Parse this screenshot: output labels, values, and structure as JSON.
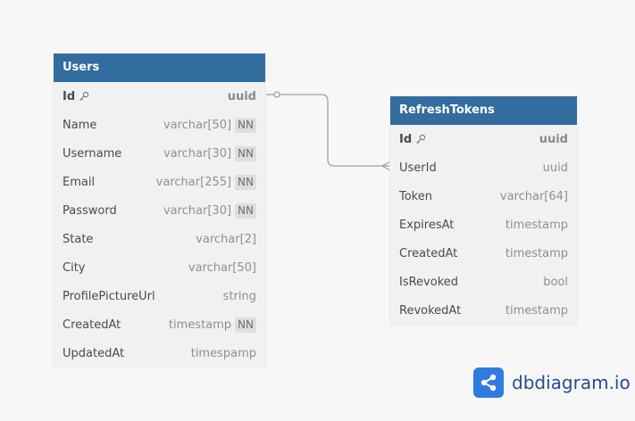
{
  "colors": {
    "header_bg": "#336c9e",
    "body_bg": "#f1f1f1",
    "canvas_bg": "#f7f7f7",
    "link": "#8a8a8a",
    "brand_logo": "#2f7be0",
    "brand_text": "#1f4f91"
  },
  "tables": {
    "users": {
      "name": "Users",
      "fields": [
        {
          "name": "Id",
          "type": "uuid",
          "pk": true,
          "nn": ""
        },
        {
          "name": "Name",
          "type": "varchar[50]",
          "pk": false,
          "nn": "NN"
        },
        {
          "name": "Username",
          "type": "varchar[30]",
          "pk": false,
          "nn": "NN"
        },
        {
          "name": "Email",
          "type": "varchar[255]",
          "pk": false,
          "nn": "NN"
        },
        {
          "name": "Password",
          "type": "varchar[30]",
          "pk": false,
          "nn": "NN"
        },
        {
          "name": "State",
          "type": "varchar[2]",
          "pk": false,
          "nn": ""
        },
        {
          "name": "City",
          "type": "varchar[50]",
          "pk": false,
          "nn": ""
        },
        {
          "name": "ProfilePictureUrl",
          "type": "string",
          "pk": false,
          "nn": ""
        },
        {
          "name": "CreatedAt",
          "type": "timestamp",
          "pk": false,
          "nn": "NN"
        },
        {
          "name": "UpdatedAt",
          "type": "timespamp",
          "pk": false,
          "nn": ""
        }
      ]
    },
    "refresh_tokens": {
      "name": "RefreshTokens",
      "fields": [
        {
          "name": "Id",
          "type": "uuid",
          "pk": true,
          "nn": ""
        },
        {
          "name": "UserId",
          "type": "uuid",
          "pk": false,
          "nn": ""
        },
        {
          "name": "Token",
          "type": "varchar[64]",
          "pk": false,
          "nn": ""
        },
        {
          "name": "ExpiresAt",
          "type": "timestamp",
          "pk": false,
          "nn": ""
        },
        {
          "name": "CreatedAt",
          "type": "timestamp",
          "pk": false,
          "nn": ""
        },
        {
          "name": "IsRevoked",
          "type": "bool",
          "pk": false,
          "nn": ""
        },
        {
          "name": "RevokedAt",
          "type": "timestamp",
          "pk": false,
          "nn": ""
        }
      ]
    }
  },
  "relationship": {
    "from_table": "users",
    "from_field": "Id",
    "to_table": "refresh_tokens",
    "to_field": "UserId",
    "cardinality": "one-to-many"
  },
  "brand": {
    "text": "dbdiagram.io",
    "logo_icon": "share-nodes-icon"
  }
}
